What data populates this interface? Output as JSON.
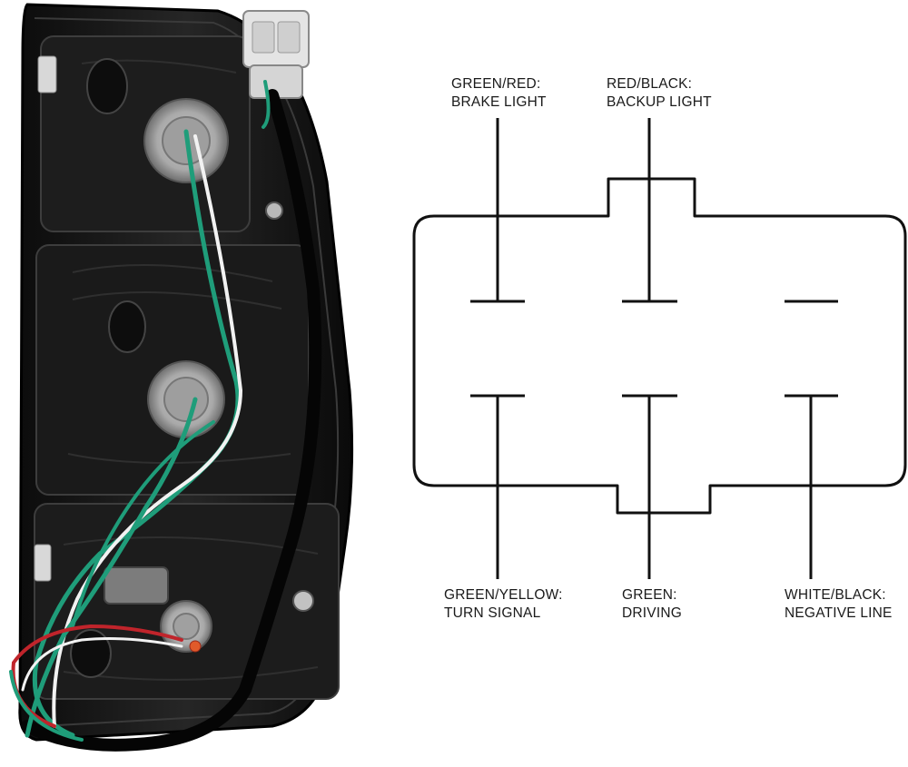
{
  "product": {
    "name": "tail-light-assembly-rear-view"
  },
  "connector": {
    "pins_top": [
      {
        "label_line1": "GREEN/RED:",
        "label_line2": "BRAKE LIGHT"
      },
      {
        "label_line1": "RED/BLACK:",
        "label_line2": "BACKUP LIGHT"
      },
      {
        "label_line1": "",
        "label_line2": ""
      }
    ],
    "pins_bottom": [
      {
        "label_line1": "GREEN/YELLOW:",
        "label_line2": "TURN SIGNAL"
      },
      {
        "label_line1": "GREEN:",
        "label_line2": "DRIVING"
      },
      {
        "label_line1": "WHITE/BLACK:",
        "label_line2": "NEGATIVE LINE"
      }
    ]
  },
  "colors": {
    "housing": "#141414",
    "wire_green": "#1f9d7a",
    "wire_red": "#c0242b",
    "wire_white": "#f2f2f2",
    "diagram_line": "#111111"
  }
}
